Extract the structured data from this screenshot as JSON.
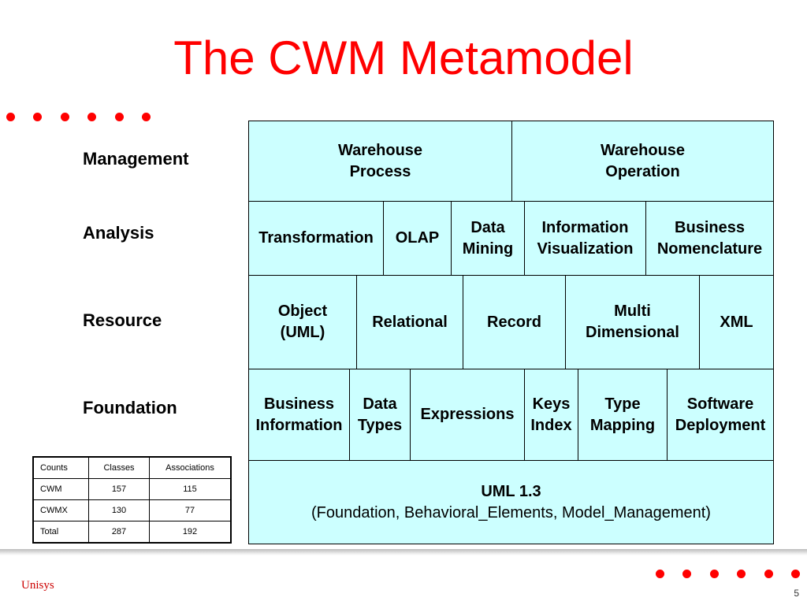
{
  "slide": {
    "title": "The CWM Metamodel",
    "accent_color": "#ff0000",
    "box_fill": "#ccffff"
  },
  "layers": [
    {
      "label": "Management",
      "boxes": [
        {
          "text": "Warehouse\nProcess"
        },
        {
          "text": "Warehouse\nOperation"
        }
      ]
    },
    {
      "label": "Analysis",
      "boxes": [
        {
          "text": "Transformation"
        },
        {
          "text": "OLAP"
        },
        {
          "text": "Data\nMining"
        },
        {
          "text": "Information\nVisualization"
        },
        {
          "text": "Business\nNomenclature"
        }
      ]
    },
    {
      "label": "Resource",
      "boxes": [
        {
          "text": "Object\n(UML)"
        },
        {
          "text": "Relational"
        },
        {
          "text": "Record"
        },
        {
          "text": "Multi\nDimensional"
        },
        {
          "text": "XML"
        }
      ]
    },
    {
      "label": "Foundation",
      "boxes": [
        {
          "text": "Business\nInformation"
        },
        {
          "text": "Data\nTypes"
        },
        {
          "text": "Expressions"
        },
        {
          "text": "Keys\nIndex"
        },
        {
          "text": "Type\nMapping"
        },
        {
          "text": "Software\nDeployment"
        }
      ]
    }
  ],
  "uml": {
    "title": "UML 1.3",
    "subtitle": "(Foundation, Behavioral_Elements, Model_Management)"
  },
  "counts_table": {
    "headers": [
      "Counts",
      "Classes",
      "Associations"
    ],
    "rows": [
      [
        "CWM",
        "157",
        "115"
      ],
      [
        "CWMX",
        "130",
        "77"
      ],
      [
        "Total",
        "287",
        "192"
      ]
    ]
  },
  "footer": {
    "brand": "Unisys",
    "page_number": "5"
  }
}
